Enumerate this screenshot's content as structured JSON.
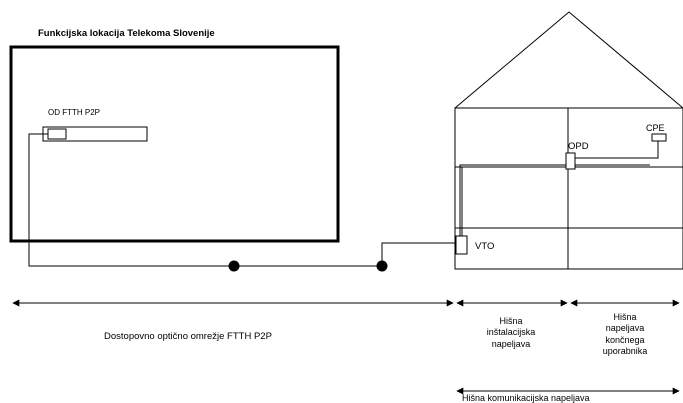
{
  "facility": {
    "title": "Funkcijska lokacija Telekoma Slovenije",
    "odf_label": "OD FTTH P2P"
  },
  "house": {
    "cpe_label": "CPE",
    "opd_label": "OPD",
    "vto_label": "VTO"
  },
  "segments": {
    "access_network": "Dostopovno optično omrežje FTTH P2P",
    "house_installation": [
      "Hišna",
      "inštalacijska",
      "napeljava"
    ],
    "end_user_installation": [
      "Hišna",
      "napeljava",
      "končnega",
      "uporabnika"
    ],
    "house_communication": "Hišna komunikacijska napeljava"
  }
}
